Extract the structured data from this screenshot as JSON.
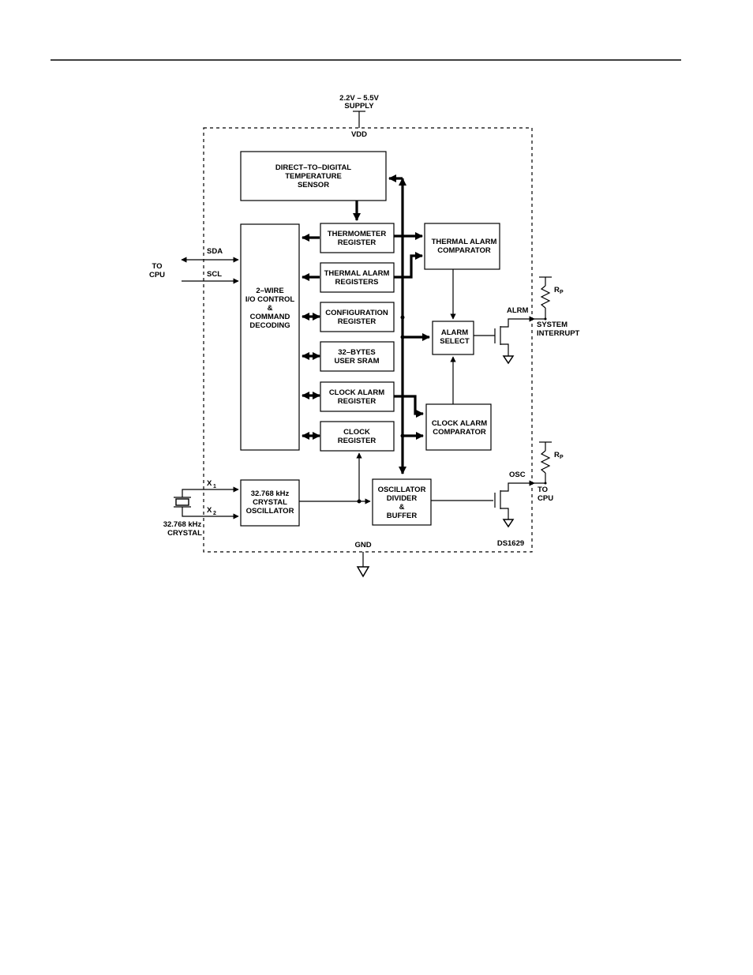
{
  "supply": [
    "2.2V – 5.5V",
    "SUPPLY"
  ],
  "vdd": "VDD",
  "gnd": "GND",
  "part": "DS1629",
  "blocks": {
    "sensor": [
      "DIRECT–TO–DIGITAL",
      "TEMPERATURE",
      "SENSOR"
    ],
    "io": [
      "2–WIRE",
      "I/O CONTROL",
      "&",
      "COMMAND",
      "DECODING"
    ],
    "thermometer": [
      "THERMOMETER",
      "REGISTER"
    ],
    "thermal_alarm_regs": [
      "THERMAL ALARM",
      "REGISTERS"
    ],
    "config": [
      "CONFIGURATION",
      "REGISTER"
    ],
    "sram": [
      "32–BYTES",
      "USER SRAM"
    ],
    "clock_alarm_reg": [
      "CLOCK ALARM",
      "REGISTER"
    ],
    "clock_reg": [
      "CLOCK",
      "REGISTER"
    ],
    "thermal_comp": [
      "THERMAL ALARM",
      "COMPARATOR"
    ],
    "alarm_select": [
      "ALARM",
      "SELECT"
    ],
    "clock_comp": [
      "CLOCK ALARM",
      "COMPARATOR"
    ],
    "crystal_osc": [
      "32.768 kHz",
      "CRYSTAL",
      "OSCILLATOR"
    ],
    "osc_divider": [
      "OSCILLATOR",
      "DIVIDER",
      "&",
      "BUFFER"
    ]
  },
  "signals": {
    "to_cpu_left": [
      "TO",
      "CPU"
    ],
    "sda": "SDA",
    "scl": "SCL",
    "x1": "X",
    "x1_sub": "1",
    "x2": "X",
    "x2_sub": "2",
    "crystal": [
      "32.768 kHz",
      "CRYSTAL"
    ],
    "alrm": "ALRM",
    "system_interrupt": [
      "SYSTEM",
      "INTERRUPT"
    ],
    "osc": "OSC",
    "to_cpu_right": [
      "TO",
      "CPU"
    ],
    "rp": "R",
    "rp_sub": "P"
  }
}
